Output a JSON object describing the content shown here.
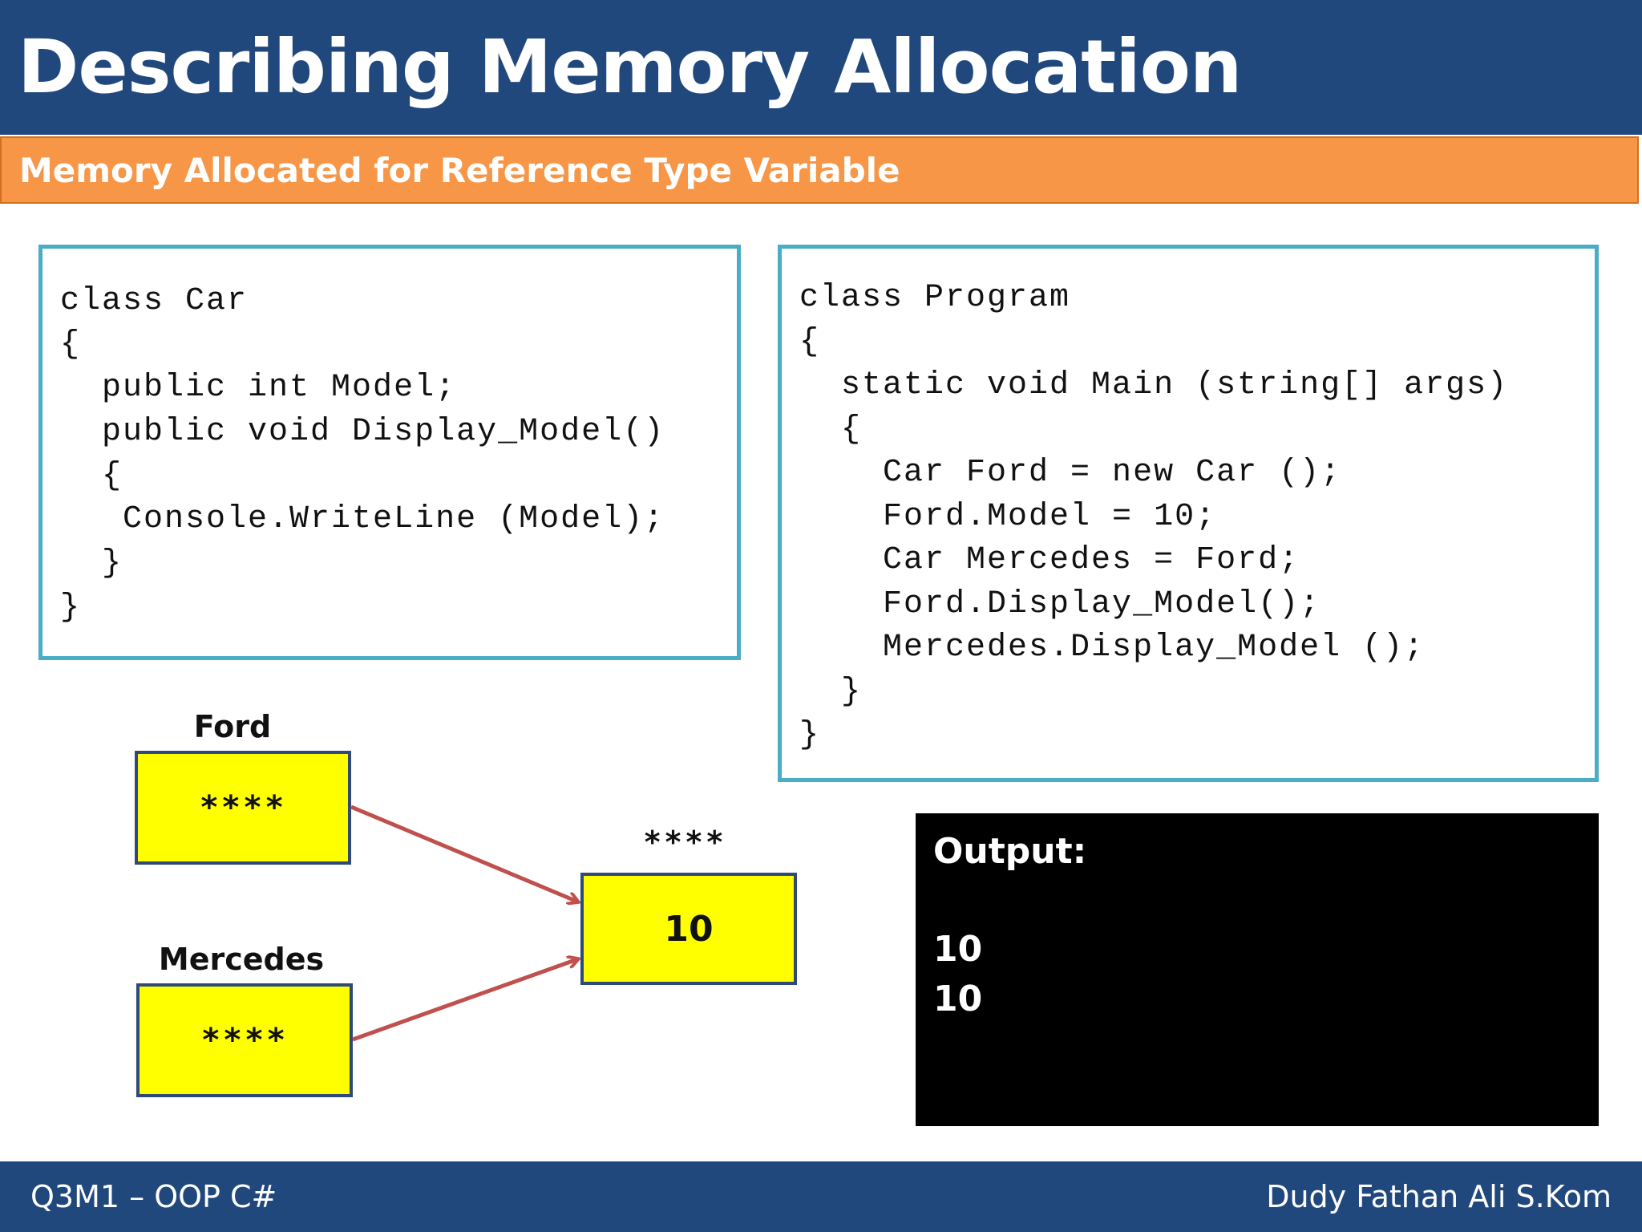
{
  "header": {
    "title": "Describing Memory Allocation",
    "subtitle": "Memory Allocated for Reference Type Variable"
  },
  "code_car": [
    "class Car",
    "{",
    "  public int Model;",
    "  public void Display_Model()",
    "  {",
    "   Console.WriteLine (Model);",
    "  }",
    "}"
  ],
  "code_program": [
    "class Program",
    "{",
    "  static void Main (string[] args)",
    "  {",
    "    Car Ford = new Car ();",
    "    Ford.Model = 10;",
    "    Car Mercedes = Ford;",
    "    Ford.Display_Model();",
    "    Mercedes.Display_Model ();",
    "  }",
    "}"
  ],
  "diagram": {
    "ford_label": "Ford",
    "ford_value": "****",
    "mercedes_label": "Mercedes",
    "mercedes_value": "****",
    "object_label": "****",
    "object_value": "10",
    "arrow_color": "#c0504d"
  },
  "output": {
    "heading": "Output:",
    "lines": [
      "10",
      "10"
    ]
  },
  "footer": {
    "left": "Q3M1 – OOP C#",
    "right": "Dudy Fathan Ali S.Kom"
  },
  "colors": {
    "header_bg": "#20487c",
    "subtitle_bg": "#f79646",
    "code_border": "#4bacc6",
    "mem_fill": "#ffff00",
    "output_bg": "#000000"
  }
}
